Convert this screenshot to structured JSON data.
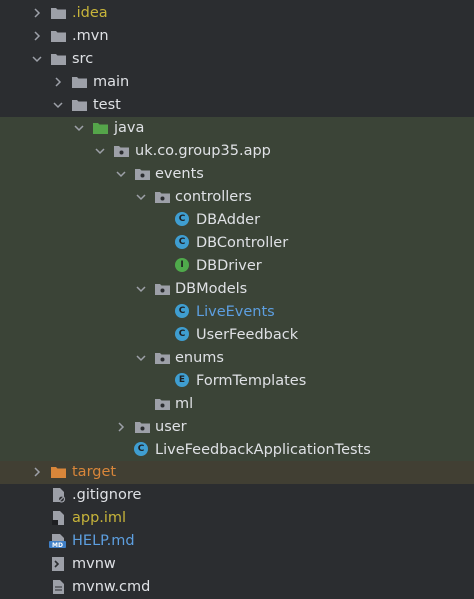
{
  "tree": {
    "idea": ".idea",
    "mvn": ".mvn",
    "src": "src",
    "main": "main",
    "test": "test",
    "java": "java",
    "package": "uk.co.group35.app",
    "events": "events",
    "controllers": "controllers",
    "db_adder": "DBAdder",
    "db_controller": "DBController",
    "db_driver": "DBDriver",
    "db_models": "DBModels",
    "live_events": "LiveEvents",
    "user_feedback": "UserFeedback",
    "enums": "enums",
    "form_templates": "FormTemplates",
    "ml": "ml",
    "user": "user",
    "app_tests": "LiveFeedbackApplicationTests",
    "target": "target",
    "gitignore": ".gitignore",
    "app_iml": "app.iml",
    "help_md": "HELP.md",
    "mvnw": "mvnw",
    "mvnw_cmd": "mvnw.cmd"
  },
  "badges": {
    "class": "C",
    "interface": "I",
    "enum": "E",
    "md": "MD"
  },
  "colors": {
    "background": "#2b2d30",
    "test_sources_highlight": "#3b4437",
    "excluded_highlight": "#413f33",
    "modified_yellow": "#c7b43a",
    "excluded_orange": "#d9863a",
    "changed_blue": "#5d9fe0"
  }
}
